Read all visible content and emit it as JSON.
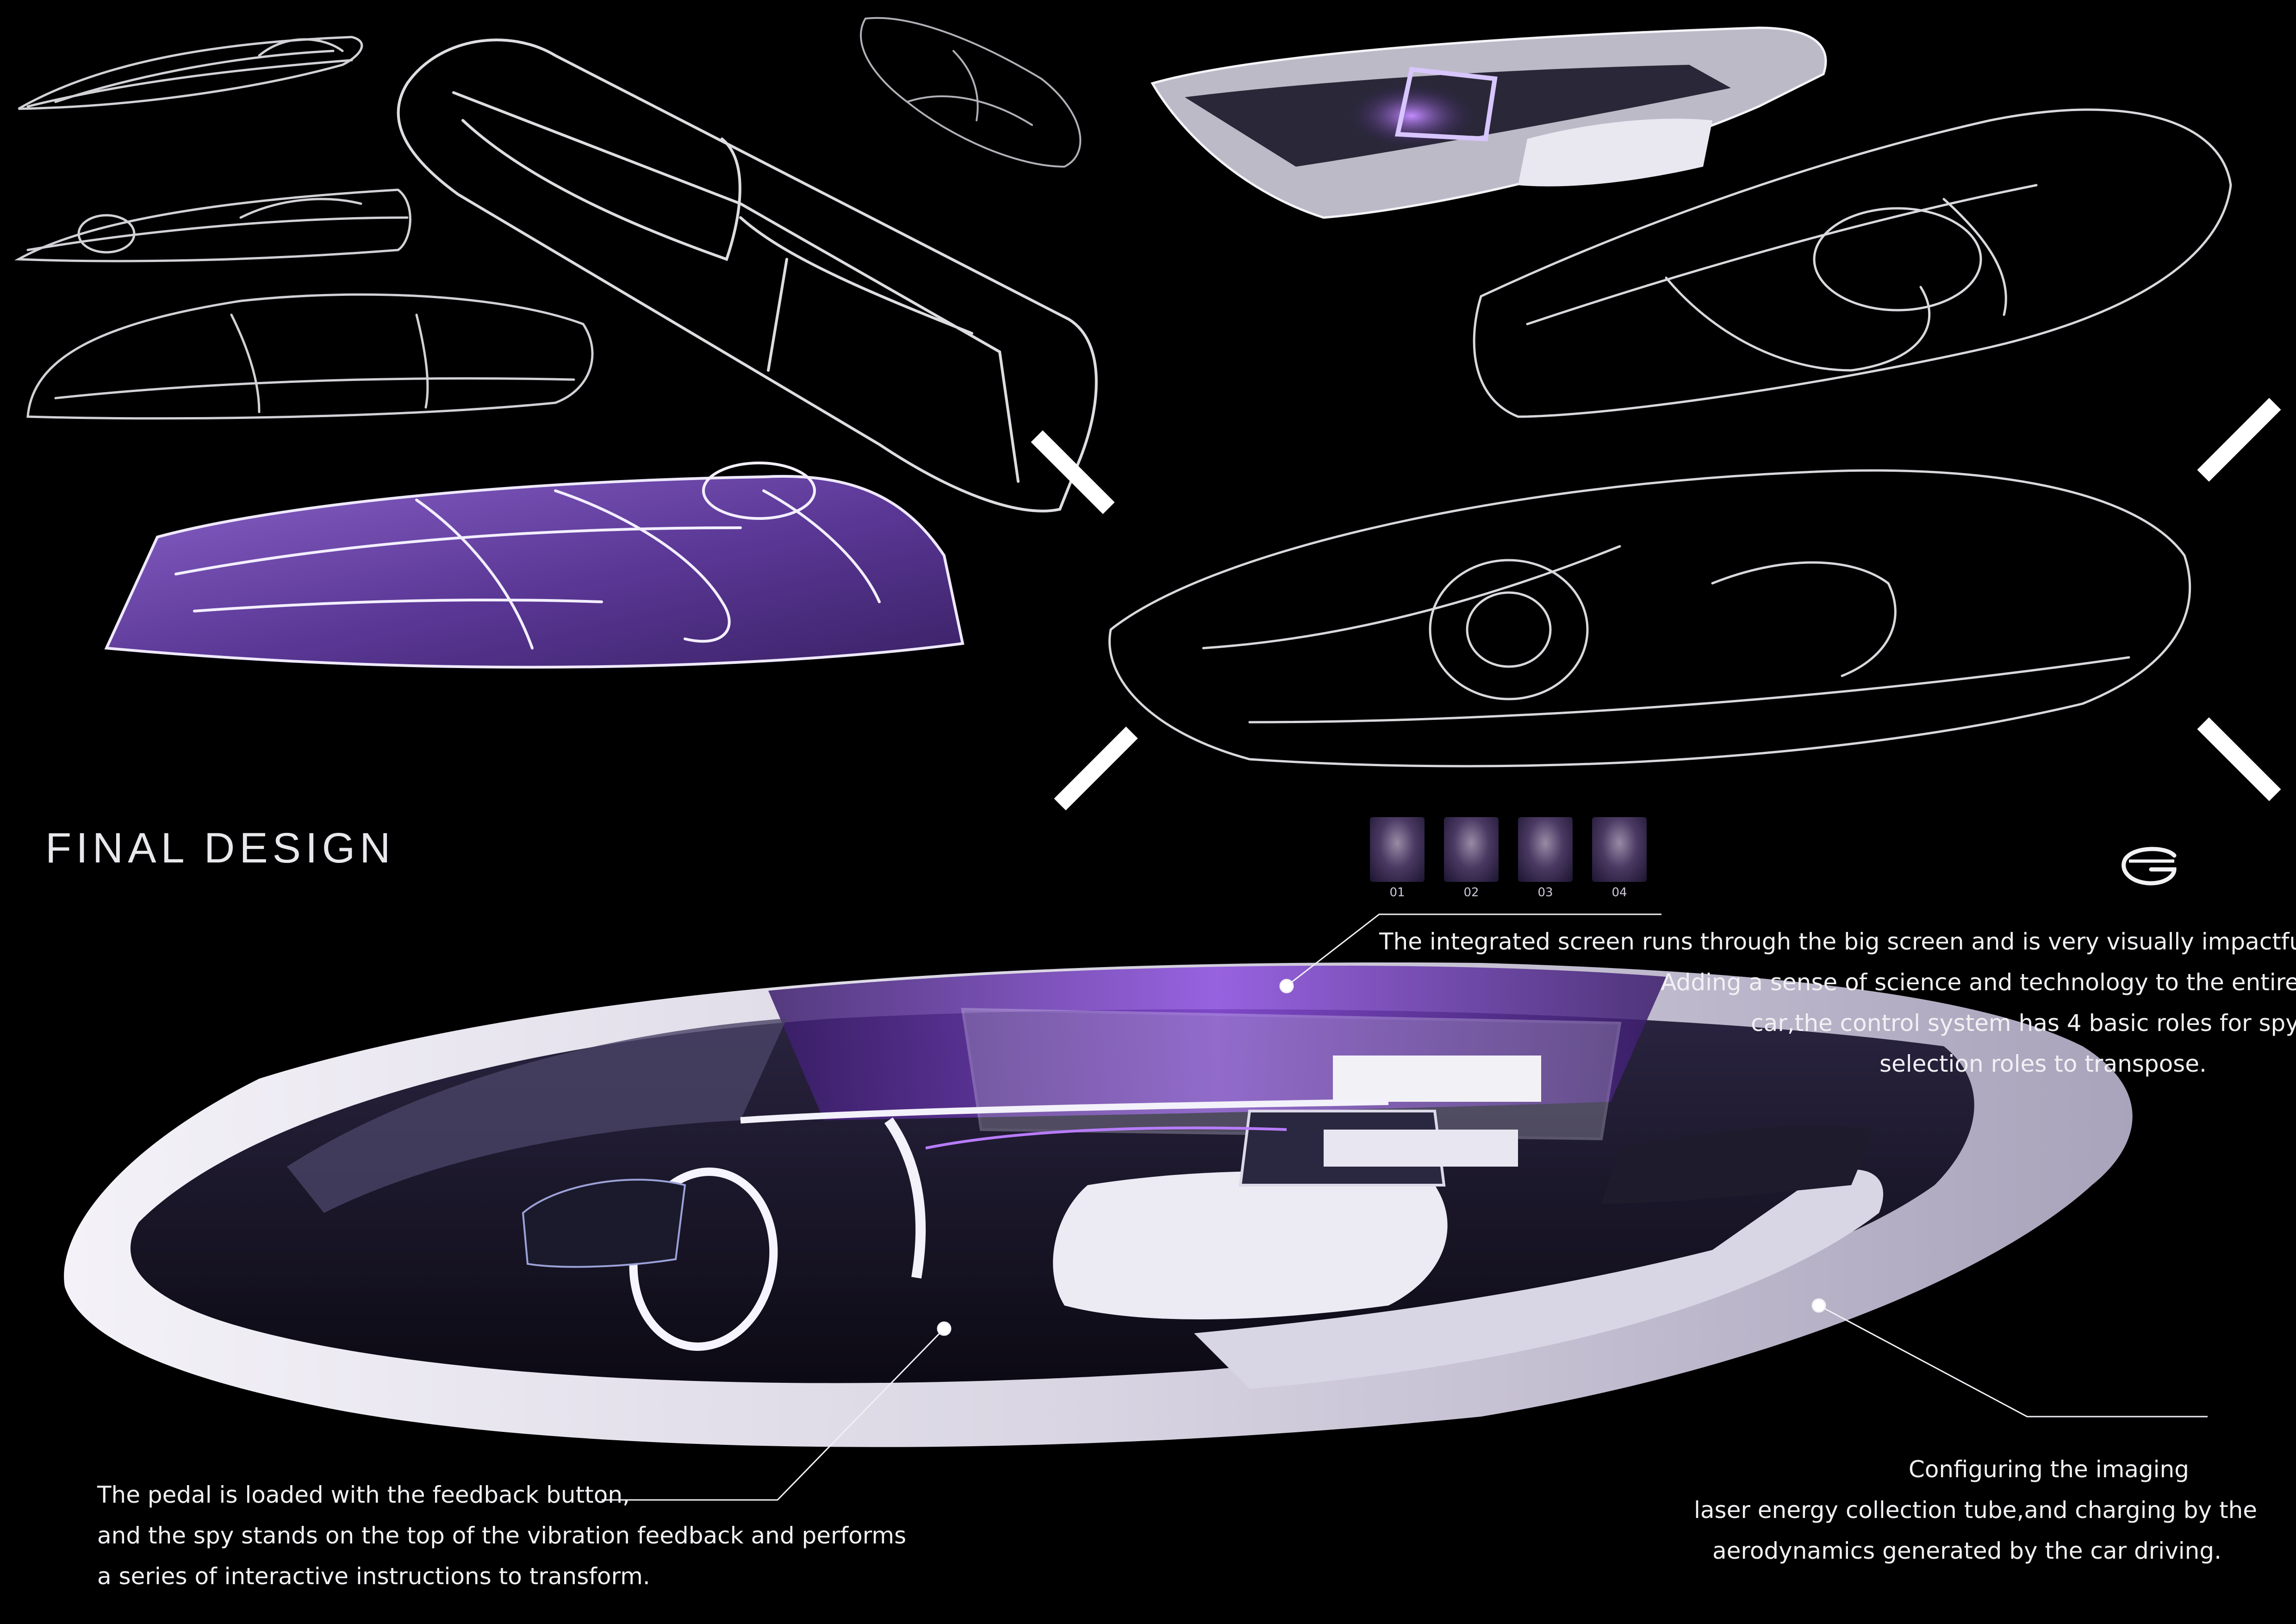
{
  "board": {
    "heading": "FINAL  DESIGN",
    "accent_color": "#6a3fb0",
    "background_color": "#000000",
    "logo_icon": "g-brand-logo-icon"
  },
  "role_selector": {
    "roles": [
      {
        "number": "01"
      },
      {
        "number": "02"
      },
      {
        "number": "03"
      },
      {
        "number": "04"
      }
    ]
  },
  "captions": {
    "integrated_screen": [
      "The integrated screen runs through the big screen and is very visually impactful.",
      "Adding a sense of science and technology to the entire",
      "car,the control system has 4 basic roles for spy",
      "selection roles to transpose."
    ],
    "pedal": [
      "The pedal is loaded with the feedback button,",
      "and the spy stands on the top of the vibration feedback and performs",
      "a series of interactive instructions to transform."
    ],
    "laser_tube": [
      "Configuring the imaging",
      "laser energy collection tube,and charging by the",
      "aerodynamics generated by the car driving."
    ]
  }
}
